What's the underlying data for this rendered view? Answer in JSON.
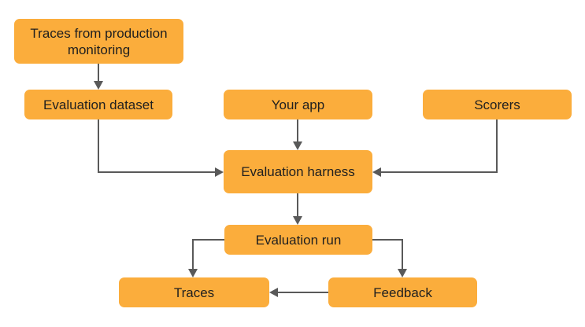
{
  "diagram": {
    "nodes": {
      "traces_from_production": "Traces from production monitoring",
      "evaluation_dataset": "Evaluation dataset",
      "your_app": "Your app",
      "scorers": "Scorers",
      "evaluation_harness": "Evaluation harness",
      "evaluation_run": "Evaluation run",
      "traces": "Traces",
      "feedback": "Feedback"
    },
    "edges": [
      {
        "from": "traces_from_production",
        "to": "evaluation_dataset"
      },
      {
        "from": "evaluation_dataset",
        "to": "evaluation_harness"
      },
      {
        "from": "your_app",
        "to": "evaluation_harness"
      },
      {
        "from": "scorers",
        "to": "evaluation_harness"
      },
      {
        "from": "evaluation_harness",
        "to": "evaluation_run"
      },
      {
        "from": "evaluation_run",
        "to": "traces"
      },
      {
        "from": "evaluation_run",
        "to": "feedback"
      },
      {
        "from": "feedback",
        "to": "traces"
      }
    ]
  },
  "colors": {
    "node_fill": "#fbad3c",
    "edge": "#595959",
    "text": "#1f1f1f"
  }
}
